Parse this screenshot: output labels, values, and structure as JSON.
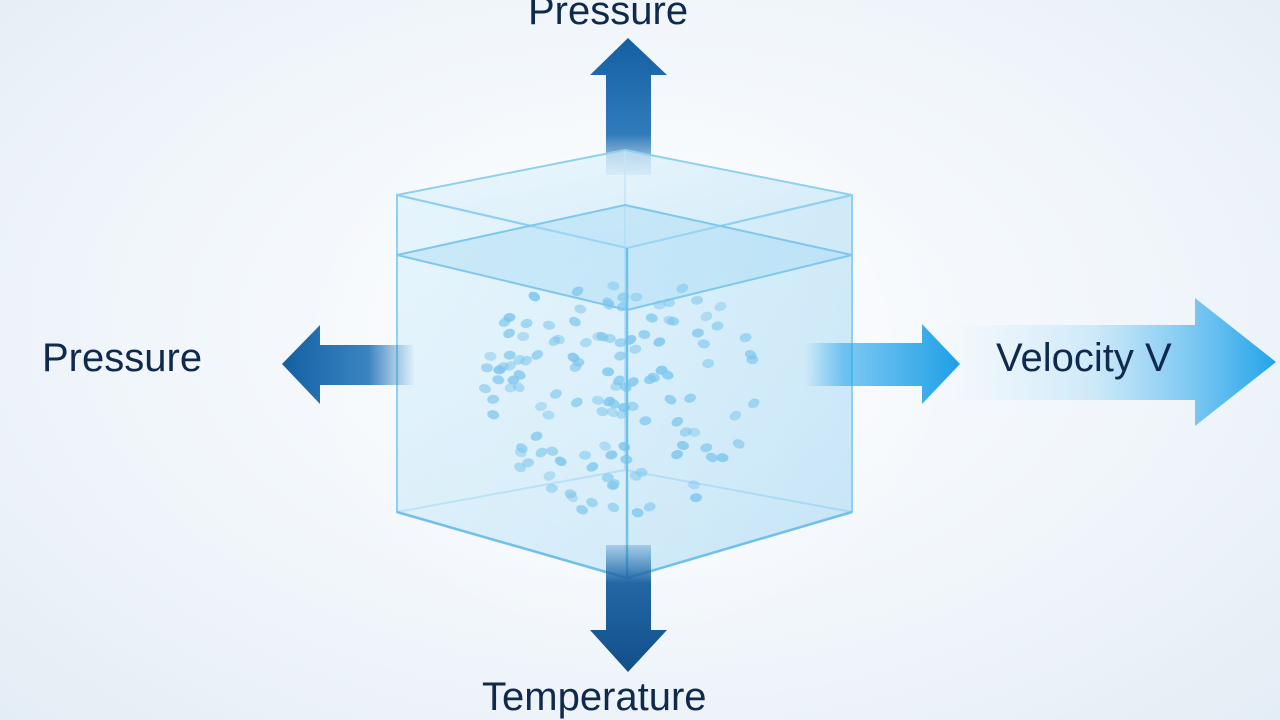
{
  "labels": {
    "top": "Pressure",
    "left": "Pressure",
    "right": "Velocity V",
    "bottom": "Temperature"
  },
  "colors": {
    "text": "#0f2a4d",
    "arrow_dark": "#1264a8",
    "arrow_light": "#1ea3ea",
    "cube_edge": "#8fd0f2",
    "cube_fill": "#bfe3f6",
    "particle": "#7cc6ec"
  },
  "icons": {
    "top": "arrow-up-icon",
    "left": "arrow-left-icon",
    "right": "arrow-right-icon",
    "bottom": "arrow-down-icon"
  }
}
